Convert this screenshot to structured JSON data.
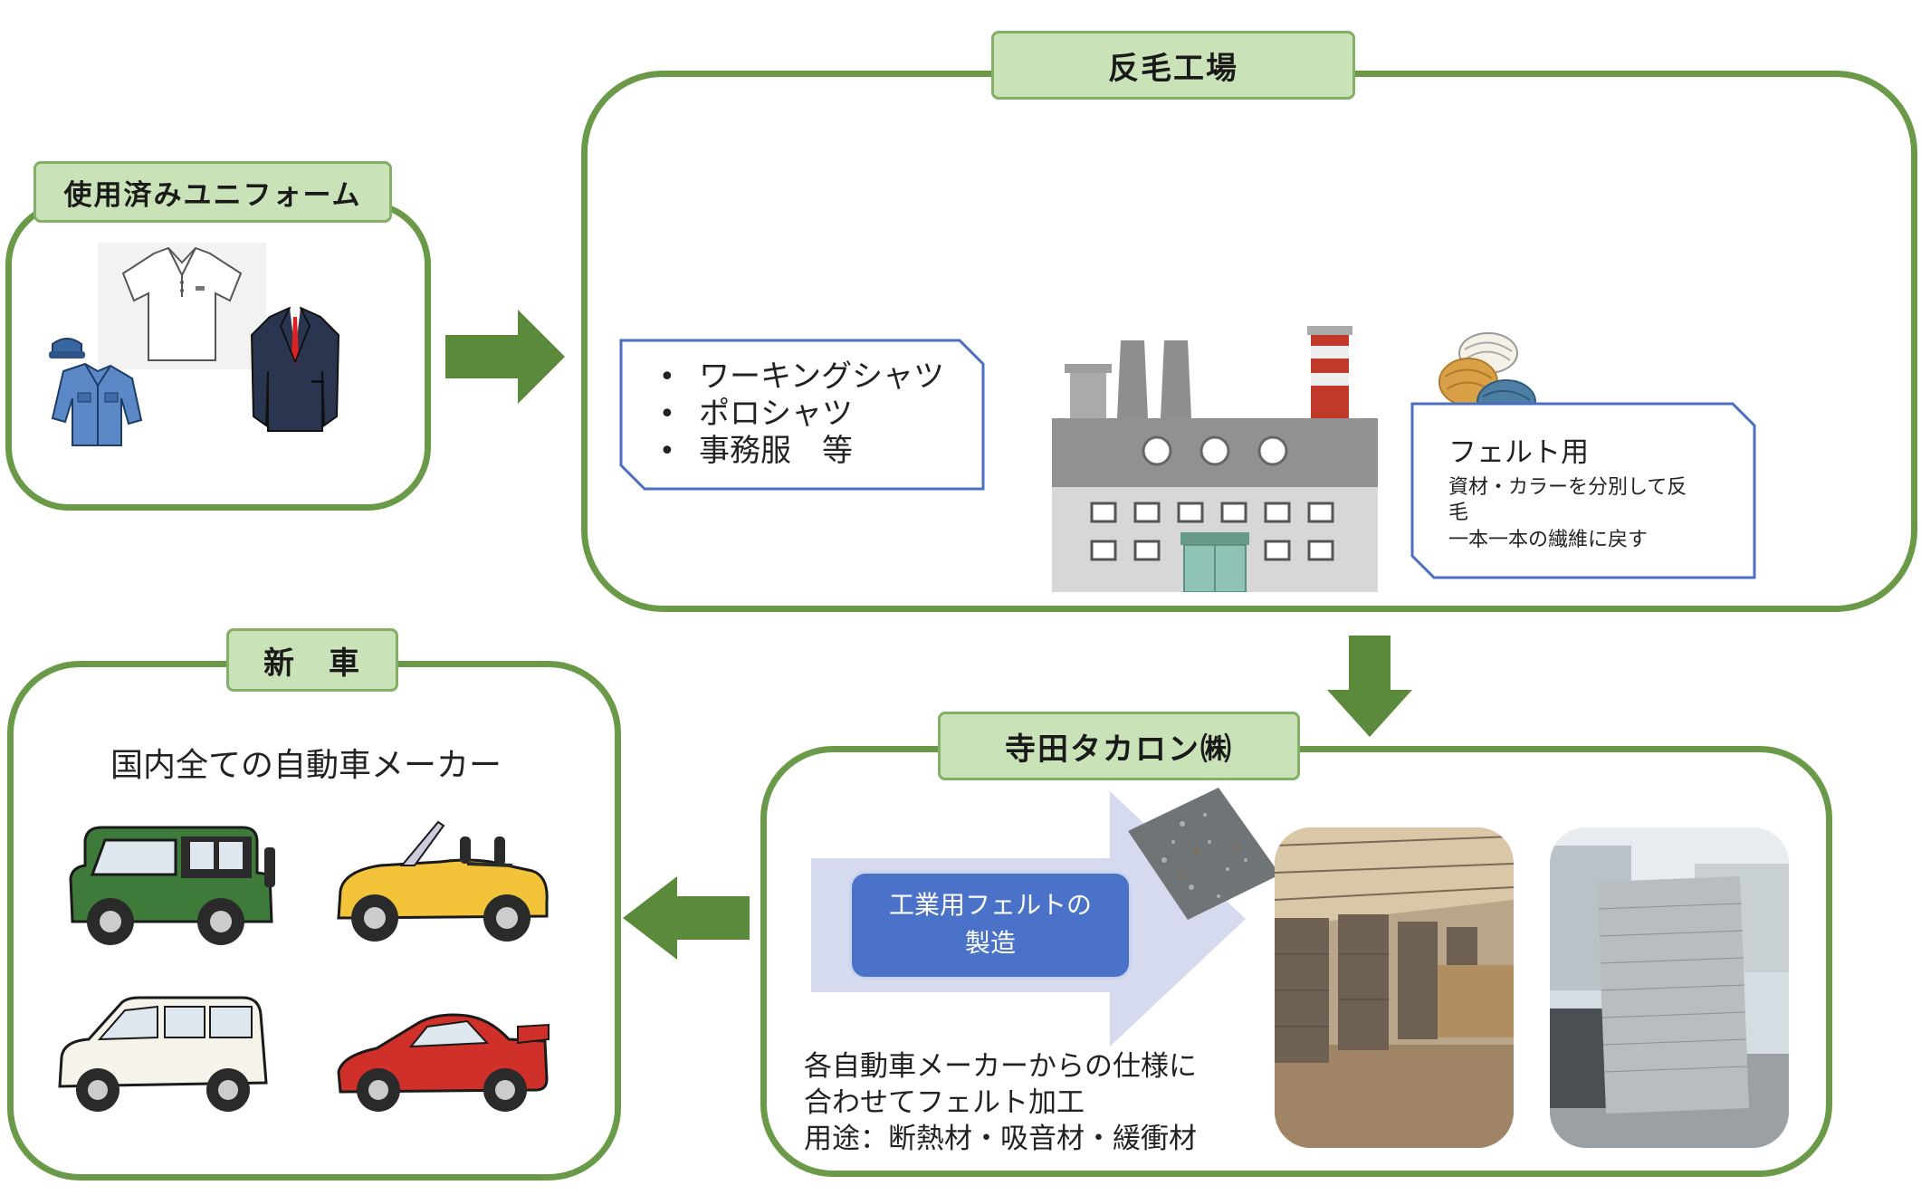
{
  "uniform": {
    "title": "使用済みユニフォーム"
  },
  "factory": {
    "title": "反毛工場",
    "items": [
      "ワーキングシャツ",
      "ポロシャツ",
      "事務服　等"
    ],
    "felt_title": "フェルト用",
    "felt_desc_1": "資材・カラーを分別して反",
    "felt_desc_2": "毛",
    "felt_desc_3": "一本一本の繊維に戻す"
  },
  "terada": {
    "title": "寺田タカロン㈱",
    "process_label_1": "工業用フェルトの",
    "process_label_2": "製造",
    "desc_1": "各自動車メーカーからの仕様に",
    "desc_2": "合わせてフェルト加工",
    "desc_3": "用途：断熱材・吸音材・緩衝材"
  },
  "newcar": {
    "title": "新　車",
    "subtitle": "国内全ての自動車メーカー"
  },
  "colors": {
    "panel_border": "#6a9a48",
    "tag_fill": "#c9e2b7",
    "arrow": "#5c8a3c",
    "callout_border": "#4a6fc0",
    "process_box": "#4a72c8"
  }
}
